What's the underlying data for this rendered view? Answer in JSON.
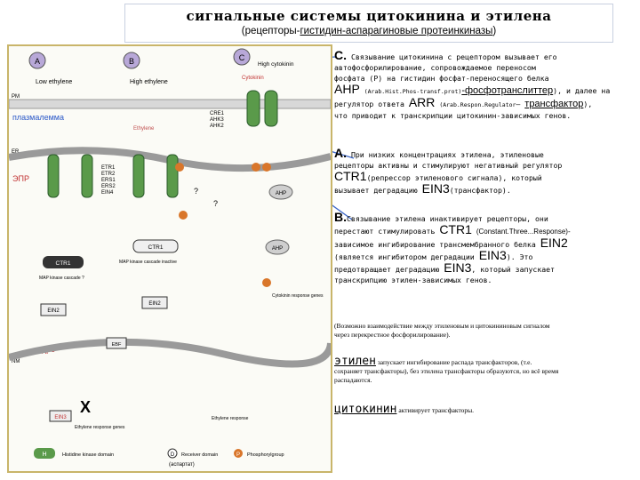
{
  "header": {
    "title": "сигнальные системы цитокинина и этилена",
    "subtitle_open": "(рецепторы-",
    "subtitle_underlined": "гистидин-аспарагиновые протеинкиназы",
    "subtitle_close": ")"
  },
  "diagram": {
    "circle_a": "A",
    "circle_b": "B",
    "circle_c": "C",
    "low_ethylene": "Low ethylene",
    "high_ethylene": "High ethylene",
    "high_cytokinin": "High cytokinin",
    "cytokinin": "Cytokinin",
    "ethylene": "Ethylene",
    "pm": "PM",
    "plasmalemma": "плазмалемма",
    "er": "ER",
    "epr": "ЭПР",
    "receptors_ethylene": [
      "ETR1",
      "ETR2",
      "ERS1",
      "ERS2",
      "EIN4"
    ],
    "receptors_cytokinin": [
      "CRE1",
      "AHK3",
      "AHK2"
    ],
    "ctr1": "CTR1",
    "map_kinase": "MAP kinase cascade ?",
    "map_inactive": "MAP kinase cascade inactive",
    "ein2": "EIN2",
    "ahp": "AHP",
    "ahp_short": "P",
    "cytokinin_response_genes": "Cytokinin response genes",
    "nucleus": "ядро",
    "nm": "NM",
    "ein3": "EIN3",
    "ethylene_response_genes": "Ethylene response genes",
    "ethylene_response": "Ethylene response",
    "ebf": "EBF",
    "legend_h": "H",
    "legend_hk": "Histidine kinase domain",
    "legend_d": "D",
    "legend_rd": "Receiver domain",
    "legend_rd_ru": "(аспартат)",
    "legend_p": "P",
    "legend_pg": "Phosphorylgroup",
    "question": "?"
  },
  "text": {
    "c_letter": "C.",
    "c_line1": "Связывание цитокинина с рецептором вызывает его",
    "c_line2": "автофосфорилирование, сопровождаемое переносом",
    "c_line3": "фосфата (P) на гистидин фосфат-переносящего белка",
    "c_ahp": "AHP",
    "c_ahp_small": "(Arab.Hist.Phos-transf.prot)",
    "c_ahp_tail": "-фосфотранслиттер",
    "c_ahp_end": "), и далее на",
    "c_line5a": "регулятор ответа",
    "c_arr": "ARR",
    "c_arr_small": "(Arab.Respon.Regulator",
    "c_arr_dash": "–",
    "c_transf": "трансфактор",
    "c_line5_end": "),",
    "c_line6": "что приводит к транскрипции цитокинин-зависимых генов.",
    "a_letter": "A.",
    "a_line1": "При низких концентрациях этилена, этиленовые",
    "a_line2": "рецепторы активны и стимулируют негативный регулятор",
    "a_ctr1": "CTR1",
    "a_line3": "(репрессор этиленового сигнала), который",
    "a_line4": "вызывает деградацию",
    "a_ein3": "EIN3",
    "a_line4_end": "(трансфактор).",
    "b_letter": "B.",
    "b_line1": "Связывание этилена инактивирует рецепторы, они",
    "b_line2": "перестают стимулировать",
    "b_ctr1": "CTR1",
    "b_ctr1_small": "(Constant.Three...Response)-",
    "b_line3": "зависимое ингибирование трансмембранного белка",
    "b_ein2": "EIN2",
    "b_line4": "(является ингибитором деградации",
    "b_ein3": "EIN3",
    "b_line4_end": "). Это",
    "b_line5": "предотвращает деградацию",
    "b_line5_end": ", который запускает",
    "b_line6": "транскрипцию этилен-зависимых генов.",
    "note_line1": "(Возможно взаимодействие между этиленовым и цитокининовым сигналом",
    "note_line2": "через перекрестное фосфорилирование).",
    "eth_word": "этилен",
    "eth_text1": "запускает ингибирование распада трансфакторов, (т.е.",
    "eth_text2": "сохраняет трансфакторы), без этилена трансфакторы образуются, но всё время",
    "eth_text3": "распадаются.",
    "cyt_word": "цитокинин",
    "cyt_text": "активирует трансфакторы."
  },
  "colors": {
    "receptor_green": "#5a9a4a",
    "phospho_orange": "#d9762a",
    "diagram_border": "#c9b56a",
    "membrane_gray": "#9a9a9a",
    "link_blue": "#3a66c8"
  }
}
